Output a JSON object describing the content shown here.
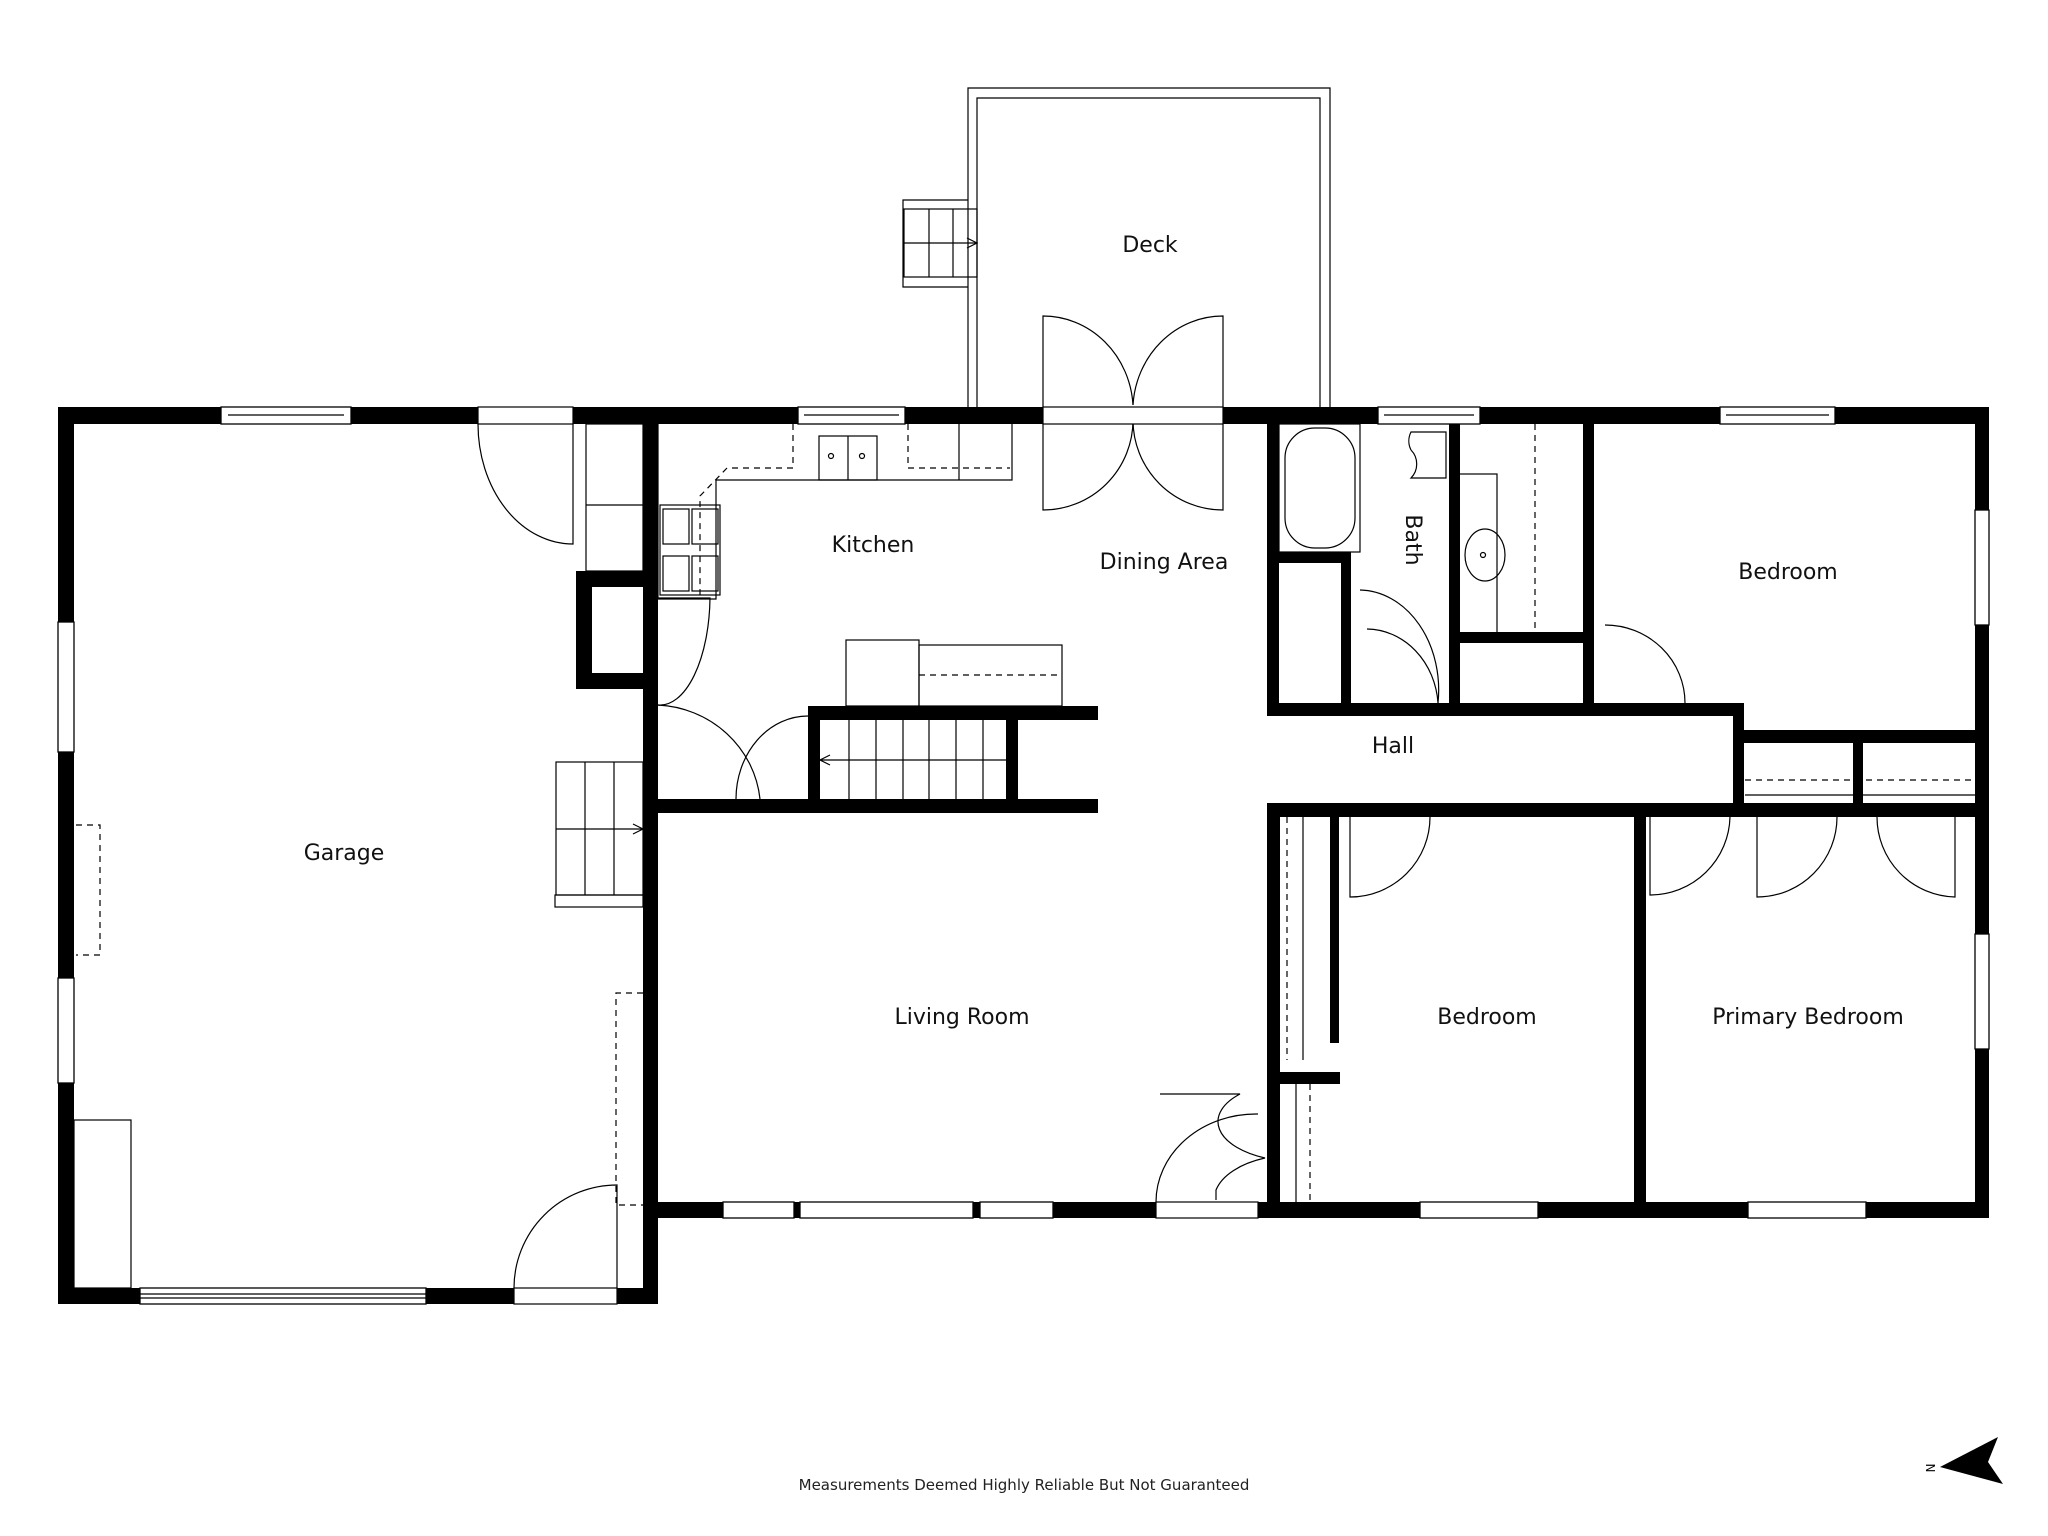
{
  "plan": {
    "rooms": {
      "deck": "Deck",
      "kitchen": "Kitchen",
      "dining": "Dining Area",
      "bath": "Bath",
      "bedroom_ne": "Bedroom",
      "hall": "Hall",
      "garage": "Garage",
      "living": "Living Room",
      "bedroom_mid": "Bedroom",
      "primary": "Primary Bedroom"
    },
    "footer": "Measurements Deemed Highly Reliable But Not Guaranteed",
    "compass": {
      "label": "N",
      "icon": "north-arrow-icon"
    }
  },
  "colors": {
    "wall": "#000000",
    "background": "#ffffff"
  }
}
